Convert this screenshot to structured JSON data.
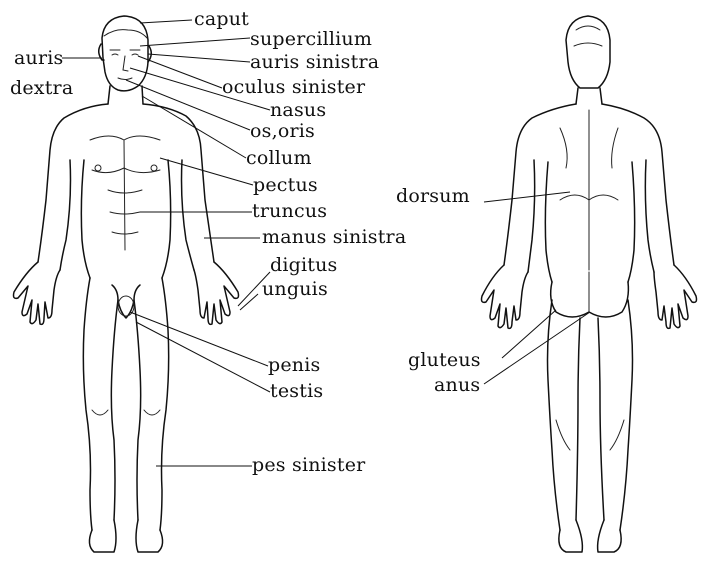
{
  "labels": {
    "caput": "caput",
    "supercillium": "supercillium",
    "auris_sinistra": "auris sinistra",
    "auris": "auris",
    "dextra": "dextra",
    "oculus_sinister": "oculus sinister",
    "nasus": "nasus",
    "os_oris": "os,oris",
    "collum": "collum",
    "pectus": "pectus",
    "truncus": "truncus",
    "manus_sinistra": "manus sinistra",
    "digitus": "digitus",
    "unguis": "unguis",
    "penis": "penis",
    "testis": "testis",
    "pes_sinister": "pes sinister",
    "dorsum": "dorsum",
    "gluteus": "gluteus",
    "anus": "anus"
  },
  "colors": {
    "ink": "#111111",
    "background": "#ffffff"
  }
}
